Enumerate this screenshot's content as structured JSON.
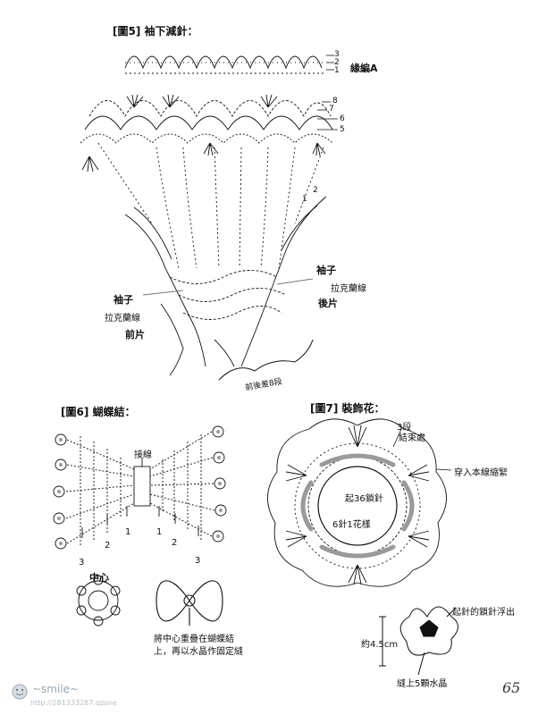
{
  "fig5": {
    "title": "[圖5] 袖下減針：",
    "edge_label": "緣編A",
    "row_numbers_top": [
      "3",
      "2",
      "1"
    ],
    "row_numbers_mid": [
      "8",
      "7",
      "6",
      "5"
    ],
    "row_numbers_side": [
      "2",
      "1"
    ],
    "sleeve_right": "袖子",
    "raglan_right": "拉克蘭線",
    "back": "後片",
    "sleeve_left": "袖子",
    "raglan_left": "拉克蘭線",
    "front": "前片",
    "diff_note": "前後差8段"
  },
  "fig6": {
    "title": "[圖6] 蝴蝶結：",
    "joint": "接線",
    "rows": [
      "3",
      "2",
      "1",
      "1",
      "2",
      "3"
    ],
    "center": "中心",
    "note_line1": "將中心重疊在蝴蝶結",
    "note_line2": "上，再以水晶作固定縫"
  },
  "fig7": {
    "title": "[圖7] 裝飾花：",
    "row3": "3段",
    "end": "結束處",
    "thread": "穿入本線縮緊",
    "start": "起36鎖針",
    "petal": "6針1花樣",
    "float": "起針的鎖針浮出",
    "size": "約4.5cm",
    "crystal": "縫上5顆水晶"
  },
  "page_number": "65",
  "watermark": {
    "text": "~smile~",
    "url": "http://281333287.qzone"
  },
  "colors": {
    "ink": "#111111",
    "guide_gray": "#9a9a9a",
    "watermark": "#9aa7b2"
  }
}
